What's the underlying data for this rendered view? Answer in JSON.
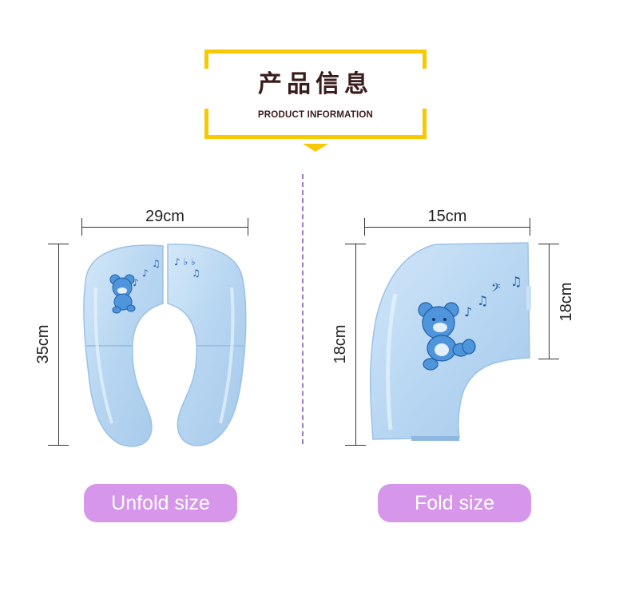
{
  "header": {
    "title_cn": "产品信息",
    "title_en": "PRODUCT INFORMATION"
  },
  "unfold": {
    "width_label": "29cm",
    "height_label": "35cm",
    "caption": "Unfold size"
  },
  "fold": {
    "width_label": "15cm",
    "height_left_label": "18cm",
    "height_right_label": "18cm",
    "caption": "Fold size"
  },
  "colors": {
    "accent_yellow": "#f8c800",
    "pill_purple": "#d696ea",
    "seat_blue": "#b9d8f2",
    "bear_blue": "#4f95dc",
    "divider_purple": "#a277c4"
  }
}
